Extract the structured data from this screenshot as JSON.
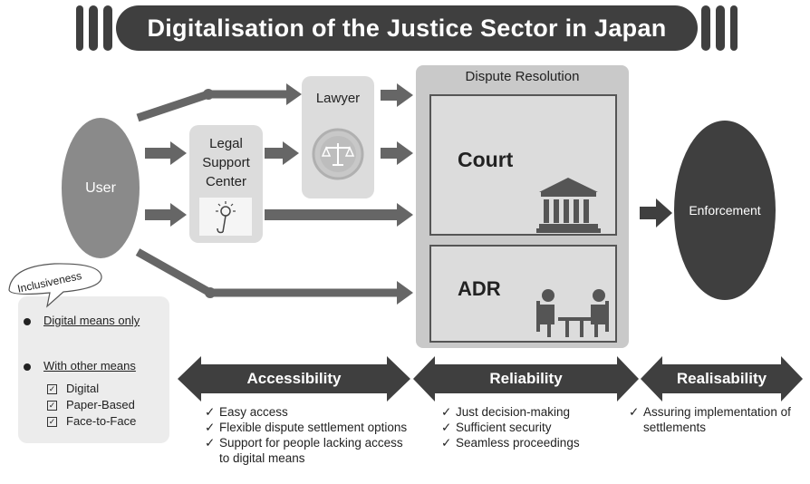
{
  "title": "Digitalisation of the Justice Sector in Japan",
  "nodes": {
    "user": "User",
    "legal_support_center": [
      "Legal",
      "Support",
      "Center"
    ],
    "lawyer": "Lawyer",
    "dispute_resolution": "Dispute Resolution",
    "court": "Court",
    "adr": "ADR",
    "enforcement": "Enforcement"
  },
  "inclusiveness": {
    "label": "Inclusiveness",
    "items": [
      "Digital means only",
      "With other means"
    ],
    "sub_items": [
      "Digital",
      "Paper-Based",
      "Face-to-Face"
    ]
  },
  "bands": [
    {
      "label": "Accessibility",
      "points": [
        "Easy access",
        "Flexible dispute settlement options",
        "Support for people lacking access to digital means"
      ]
    },
    {
      "label": "Reliability",
      "points": [
        "Just decision-making",
        "Sufficient security",
        "Seamless proceedings"
      ]
    },
    {
      "label": "Realisability",
      "points": [
        "Assuring implementation of settlements"
      ]
    }
  ],
  "colors": {
    "dark": "#3f3f3f",
    "mid": "#8a8a8a",
    "light": "#dcdcdc",
    "panel": "#c9c9c9"
  }
}
